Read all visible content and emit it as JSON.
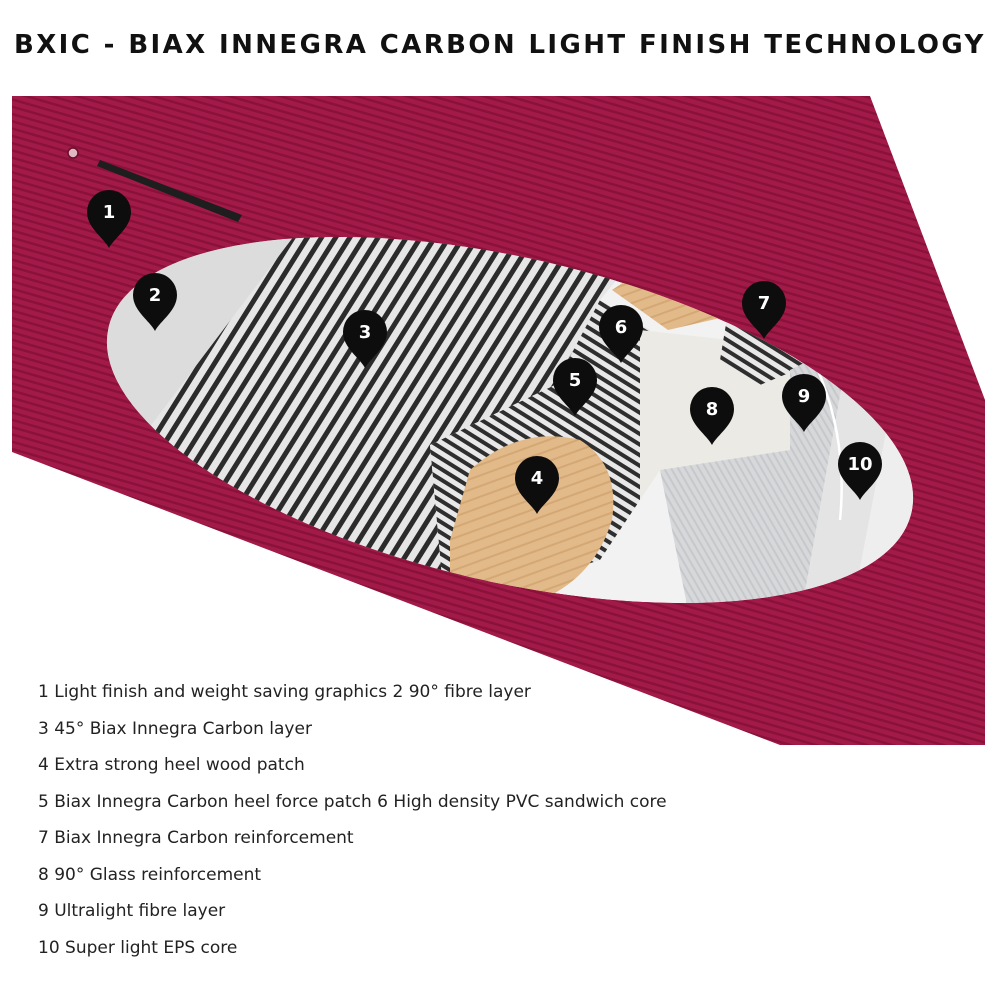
{
  "title": "BXIC - BIAX INNEGRA CARBON LIGHT FINISH TECHNOLOGY",
  "colors": {
    "board": "#a21a4a",
    "board_stripe": "#8a1138",
    "wood": "#e2b989",
    "glass": "#dadcde",
    "core": "#ececec",
    "marker": "#0d0d0d"
  },
  "markers": [
    "1",
    "2",
    "3",
    "4",
    "5",
    "6",
    "7",
    "8",
    "9",
    "10"
  ],
  "legend": [
    "1 Light finish and weight saving graphics 2 90° fibre layer",
    "3 45° Biax Innegra Carbon layer",
    "4 Extra strong heel wood patch",
    "5 Biax Innegra Carbon heel force patch 6 High density PVC sandwich core",
    "7 Biax Innegra Carbon reinforcement",
    "8 90° Glass reinforcement",
    "9 Ultralight fibre layer",
    "10 Super light EPS core"
  ]
}
